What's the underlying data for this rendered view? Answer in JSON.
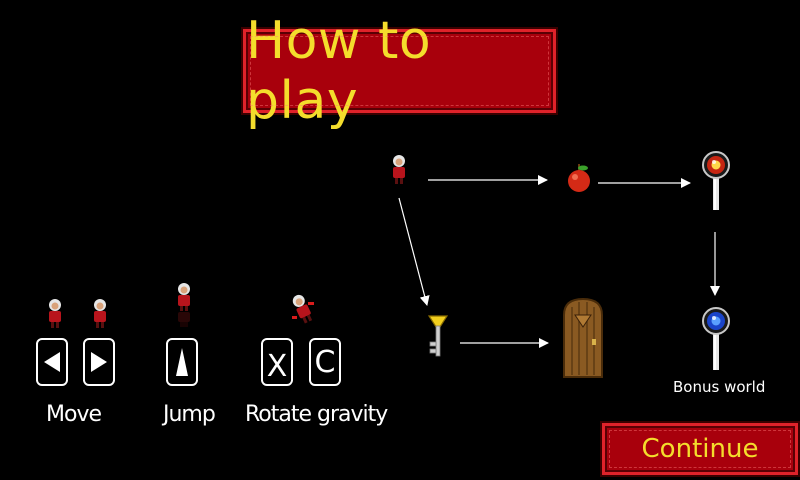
{
  "title": "How to play",
  "controls": {
    "move_label": "Move",
    "jump_label": "Jump",
    "rotate_label": "Rotate gravity",
    "key_x": "X",
    "key_c": "C"
  },
  "diagram": {
    "bonus_label": "Bonus world",
    "icons": [
      "player-icon",
      "apple-icon",
      "orb-switch-red-icon",
      "key-icon",
      "door-icon",
      "orb-switch-blue-icon"
    ]
  },
  "continue_label": "Continue",
  "colors": {
    "panel_red": "#a8000c",
    "panel_border": "#e0222a",
    "title_yellow": "#f4dd2c",
    "background": "#000000"
  }
}
